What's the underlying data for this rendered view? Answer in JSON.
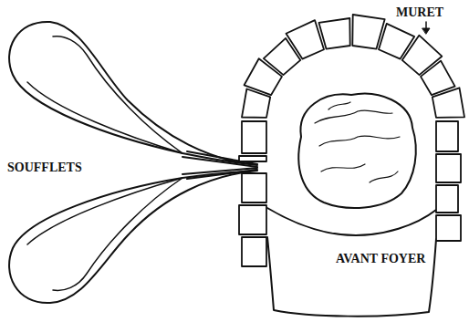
{
  "diagram": {
    "labels": [
      "MURET",
      "SOUFFLETS",
      "AVANT FOYER"
    ]
  }
}
